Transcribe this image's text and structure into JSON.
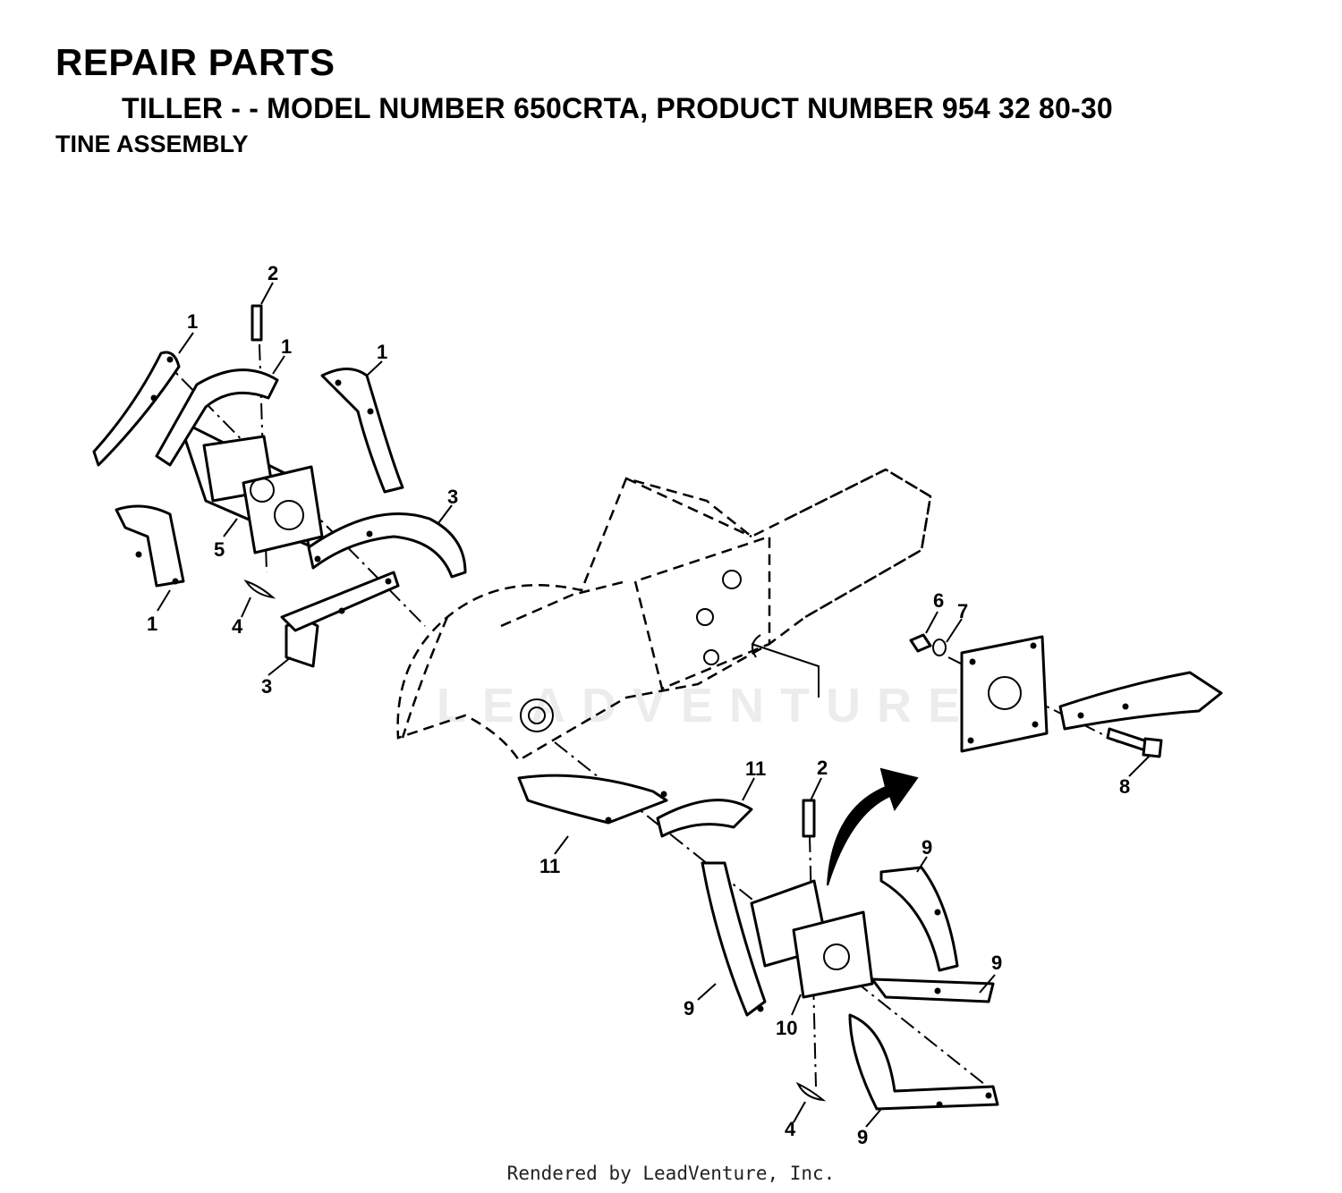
{
  "header": {
    "title": "REPAIR PARTS",
    "subtitle": "TILLER - - MODEL NUMBER 650CRTA, PRODUCT NUMBER 954 32 80-30",
    "section": "TINE ASSEMBLY"
  },
  "watermark": "LEADVENTURE",
  "callouts": [
    {
      "id": "c1a",
      "label": "1"
    },
    {
      "id": "c1b",
      "label": "1"
    },
    {
      "id": "c1c",
      "label": "1"
    },
    {
      "id": "c1d",
      "label": "1"
    },
    {
      "id": "c2a",
      "label": "2"
    },
    {
      "id": "c2b",
      "label": "2"
    },
    {
      "id": "c3a",
      "label": "3"
    },
    {
      "id": "c3b",
      "label": "3"
    },
    {
      "id": "c4a",
      "label": "4"
    },
    {
      "id": "c4b",
      "label": "4"
    },
    {
      "id": "c5",
      "label": "5"
    },
    {
      "id": "c6",
      "label": "6"
    },
    {
      "id": "c7",
      "label": "7"
    },
    {
      "id": "c8",
      "label": "8"
    },
    {
      "id": "c9a",
      "label": "9"
    },
    {
      "id": "c9b",
      "label": "9"
    },
    {
      "id": "c9c",
      "label": "9"
    },
    {
      "id": "c9d",
      "label": "9"
    },
    {
      "id": "c10",
      "label": "10"
    },
    {
      "id": "c11a",
      "label": "11"
    },
    {
      "id": "c11b",
      "label": "11"
    }
  ],
  "footer": "Rendered by LeadVenture, Inc."
}
